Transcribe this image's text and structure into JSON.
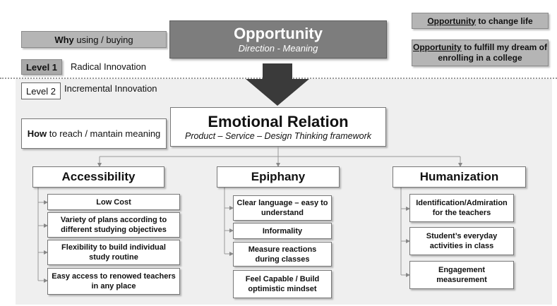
{
  "top": {
    "why": {
      "bold": "Why",
      "rest": " using / buying"
    },
    "opportunity": {
      "title": "Opportunity",
      "subtitle": "Direction - Meaning"
    },
    "right_boxes": [
      {
        "u": "Opportunity",
        "rest": " to change life"
      },
      {
        "u": "Opportunity",
        "rest": " to fulfill my dream of enrolling in a college"
      }
    ]
  },
  "levels": {
    "level1": {
      "tag": "Level 1",
      "label": "Radical Innovation"
    },
    "level2": {
      "tag": "Level 2",
      "label": "Incremental Innovation"
    }
  },
  "how": {
    "bold": "How",
    "rest": " to reach / mantain meaning"
  },
  "emotional": {
    "title": "Emotional Relation",
    "subtitle": "Product – Service – Design Thinking framework"
  },
  "columns": [
    {
      "header": "Accessibility",
      "items": [
        "Low Cost",
        "Variety of plans according to different studying objectives",
        "Flexibility to build individual study routine",
        "Easy access to renowed teachers in any place"
      ]
    },
    {
      "header": "Epiphany",
      "items": [
        "Clear language – easy to understand",
        "Informality",
        "Measure reactions during classes",
        "Feel Capable / Build optimistic mindset"
      ]
    },
    {
      "header": "Humanization",
      "items": [
        "Identification/Admiration for the teachers",
        "Student’s everyday activities in class",
        "Engagement measurement"
      ]
    }
  ],
  "colors": {
    "dark_gray": "#7d7d7d",
    "light_gray": "#b5b5b5",
    "background": "#efefef"
  }
}
